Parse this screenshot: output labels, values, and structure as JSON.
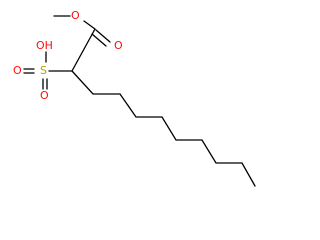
{
  "molecule": {
    "atoms": {
      "methyl_o": {
        "label": "O",
        "color": "#ff0d0d"
      },
      "carbonyl_o": {
        "label": "O",
        "color": "#ff0d0d"
      },
      "hydroxyl": {
        "label": "OH",
        "color": "#ff0d0d"
      },
      "sulfur": {
        "label": "S",
        "color": "#b8a600"
      },
      "sulfonyl_o": {
        "label": "O",
        "color": "#ff0d0d"
      },
      "sulfonyl_o2": {
        "label": "O",
        "color": "#ff0d0d"
      }
    },
    "bond_color": "#000000"
  }
}
